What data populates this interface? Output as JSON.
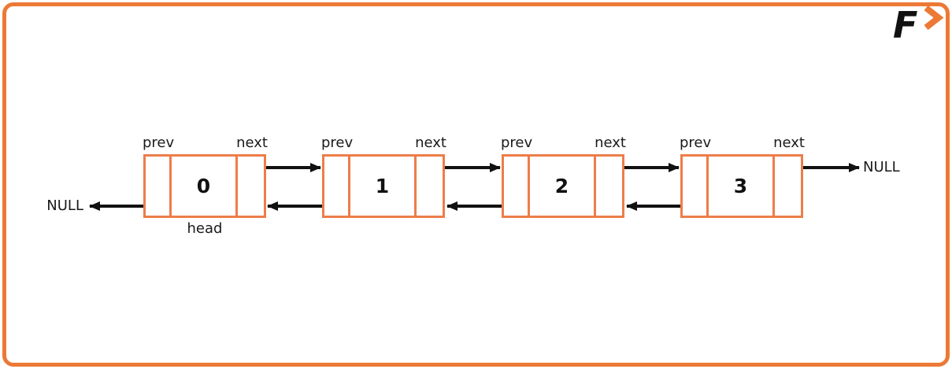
{
  "colors": {
    "accent": "#ED7D49",
    "frame": "#EC7936",
    "ink": "#111111"
  },
  "brand": {
    "logo_letter": "F"
  },
  "diagram": {
    "type": "doubly-linked-list",
    "prev_label": "prev",
    "next_label": "next",
    "head_label": "head",
    "null_left": "NULL",
    "null_right": "NULL",
    "nodes": [
      {
        "value": "0"
      },
      {
        "value": "1"
      },
      {
        "value": "2"
      },
      {
        "value": "3"
      }
    ]
  }
}
